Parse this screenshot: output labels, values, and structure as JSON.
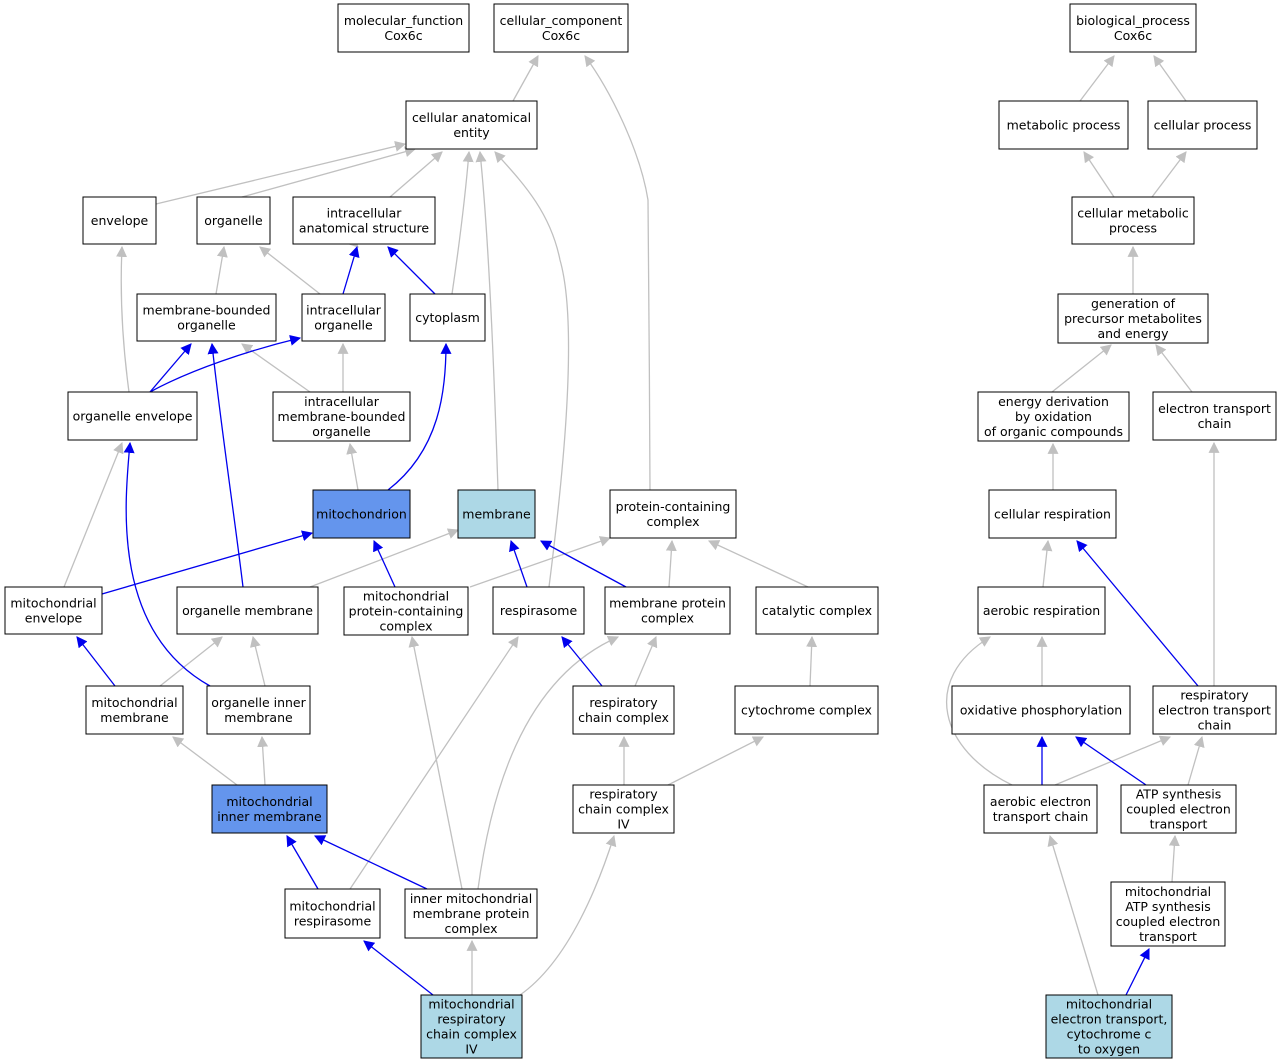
{
  "colors": {
    "edge_is_a": "#c0c0c0",
    "edge_part_of": "#0000ee",
    "node_default": "#ffffff",
    "node_annotated": "#6495ed",
    "node_highlighted": "#add8e6"
  },
  "nodes": {
    "mf": {
      "lines": [
        "molecular_function",
        "Cox6c"
      ]
    },
    "cc": {
      "lines": [
        "cellular_component",
        "Cox6c"
      ]
    },
    "bp": {
      "lines": [
        "biological_process",
        "Cox6c"
      ]
    },
    "cae": {
      "lines": [
        "cellular anatomical",
        "entity"
      ]
    },
    "metabolic": {
      "lines": [
        "metabolic process"
      ]
    },
    "cellproc": {
      "lines": [
        "cellular process"
      ]
    },
    "envelope": {
      "lines": [
        "envelope"
      ]
    },
    "organelle": {
      "lines": [
        "organelle"
      ]
    },
    "ias": {
      "lines": [
        "intracellular",
        "anatomical structure"
      ]
    },
    "cmp": {
      "lines": [
        "cellular metabolic",
        "process"
      ]
    },
    "mbo": {
      "lines": [
        "membrane-bounded",
        "organelle"
      ]
    },
    "io": {
      "lines": [
        "intracellular",
        "organelle"
      ]
    },
    "cyto": {
      "lines": [
        "cytoplasm"
      ]
    },
    "gpme": {
      "lines": [
        "generation of",
        "precursor metabolites",
        "and energy"
      ]
    },
    "oe": {
      "lines": [
        "organelle envelope"
      ]
    },
    "imbo": {
      "lines": [
        "intracellular",
        "membrane-bounded",
        "organelle"
      ]
    },
    "edoc": {
      "lines": [
        "energy derivation",
        "by oxidation",
        "of organic compounds"
      ]
    },
    "etc": {
      "lines": [
        "electron transport",
        "chain"
      ]
    },
    "mito": {
      "lines": [
        "mitochondrion"
      ]
    },
    "membrane": {
      "lines": [
        "membrane"
      ]
    },
    "pcc": {
      "lines": [
        "protein-containing",
        "complex"
      ]
    },
    "cr": {
      "lines": [
        "cellular respiration"
      ]
    },
    "menv": {
      "lines": [
        "mitochondrial",
        "envelope"
      ]
    },
    "om": {
      "lines": [
        "organelle membrane"
      ]
    },
    "mpcc": {
      "lines": [
        "mitochondrial",
        "protein-containing",
        "complex"
      ]
    },
    "resp": {
      "lines": [
        "respirasome"
      ]
    },
    "mpc": {
      "lines": [
        "membrane protein",
        "complex"
      ]
    },
    "catc": {
      "lines": [
        "catalytic complex"
      ]
    },
    "ar": {
      "lines": [
        "aerobic respiration"
      ]
    },
    "mm": {
      "lines": [
        "mitochondrial",
        "membrane"
      ]
    },
    "oim": {
      "lines": [
        "organelle inner",
        "membrane"
      ]
    },
    "rcc": {
      "lines": [
        "respiratory",
        "chain complex"
      ]
    },
    "cytc": {
      "lines": [
        "cytochrome complex"
      ]
    },
    "oxphos": {
      "lines": [
        "oxidative phosphorylation"
      ]
    },
    "retc": {
      "lines": [
        "respiratory",
        "electron transport",
        "chain"
      ]
    },
    "mim": {
      "lines": [
        "mitochondrial",
        "inner membrane"
      ]
    },
    "rcc4": {
      "lines": [
        "respiratory",
        "chain complex",
        "IV"
      ]
    },
    "aet": {
      "lines": [
        "aerobic electron",
        "transport chain"
      ]
    },
    "atpset": {
      "lines": [
        "ATP synthesis",
        "coupled electron",
        "transport"
      ]
    },
    "mresp": {
      "lines": [
        "mitochondrial",
        "respirasome"
      ]
    },
    "impc": {
      "lines": [
        "inner mitochondrial",
        "membrane protein",
        "complex"
      ]
    },
    "matp": {
      "lines": [
        "mitochondrial",
        "ATP synthesis",
        "coupled electron",
        "transport"
      ]
    },
    "mrcc4": {
      "lines": [
        "mitochondrial",
        "respiratory",
        "chain complex",
        "IV"
      ]
    },
    "metco": {
      "lines": [
        "mitochondrial",
        "electron transport,",
        "cytochrome c",
        "to oxygen"
      ]
    }
  }
}
